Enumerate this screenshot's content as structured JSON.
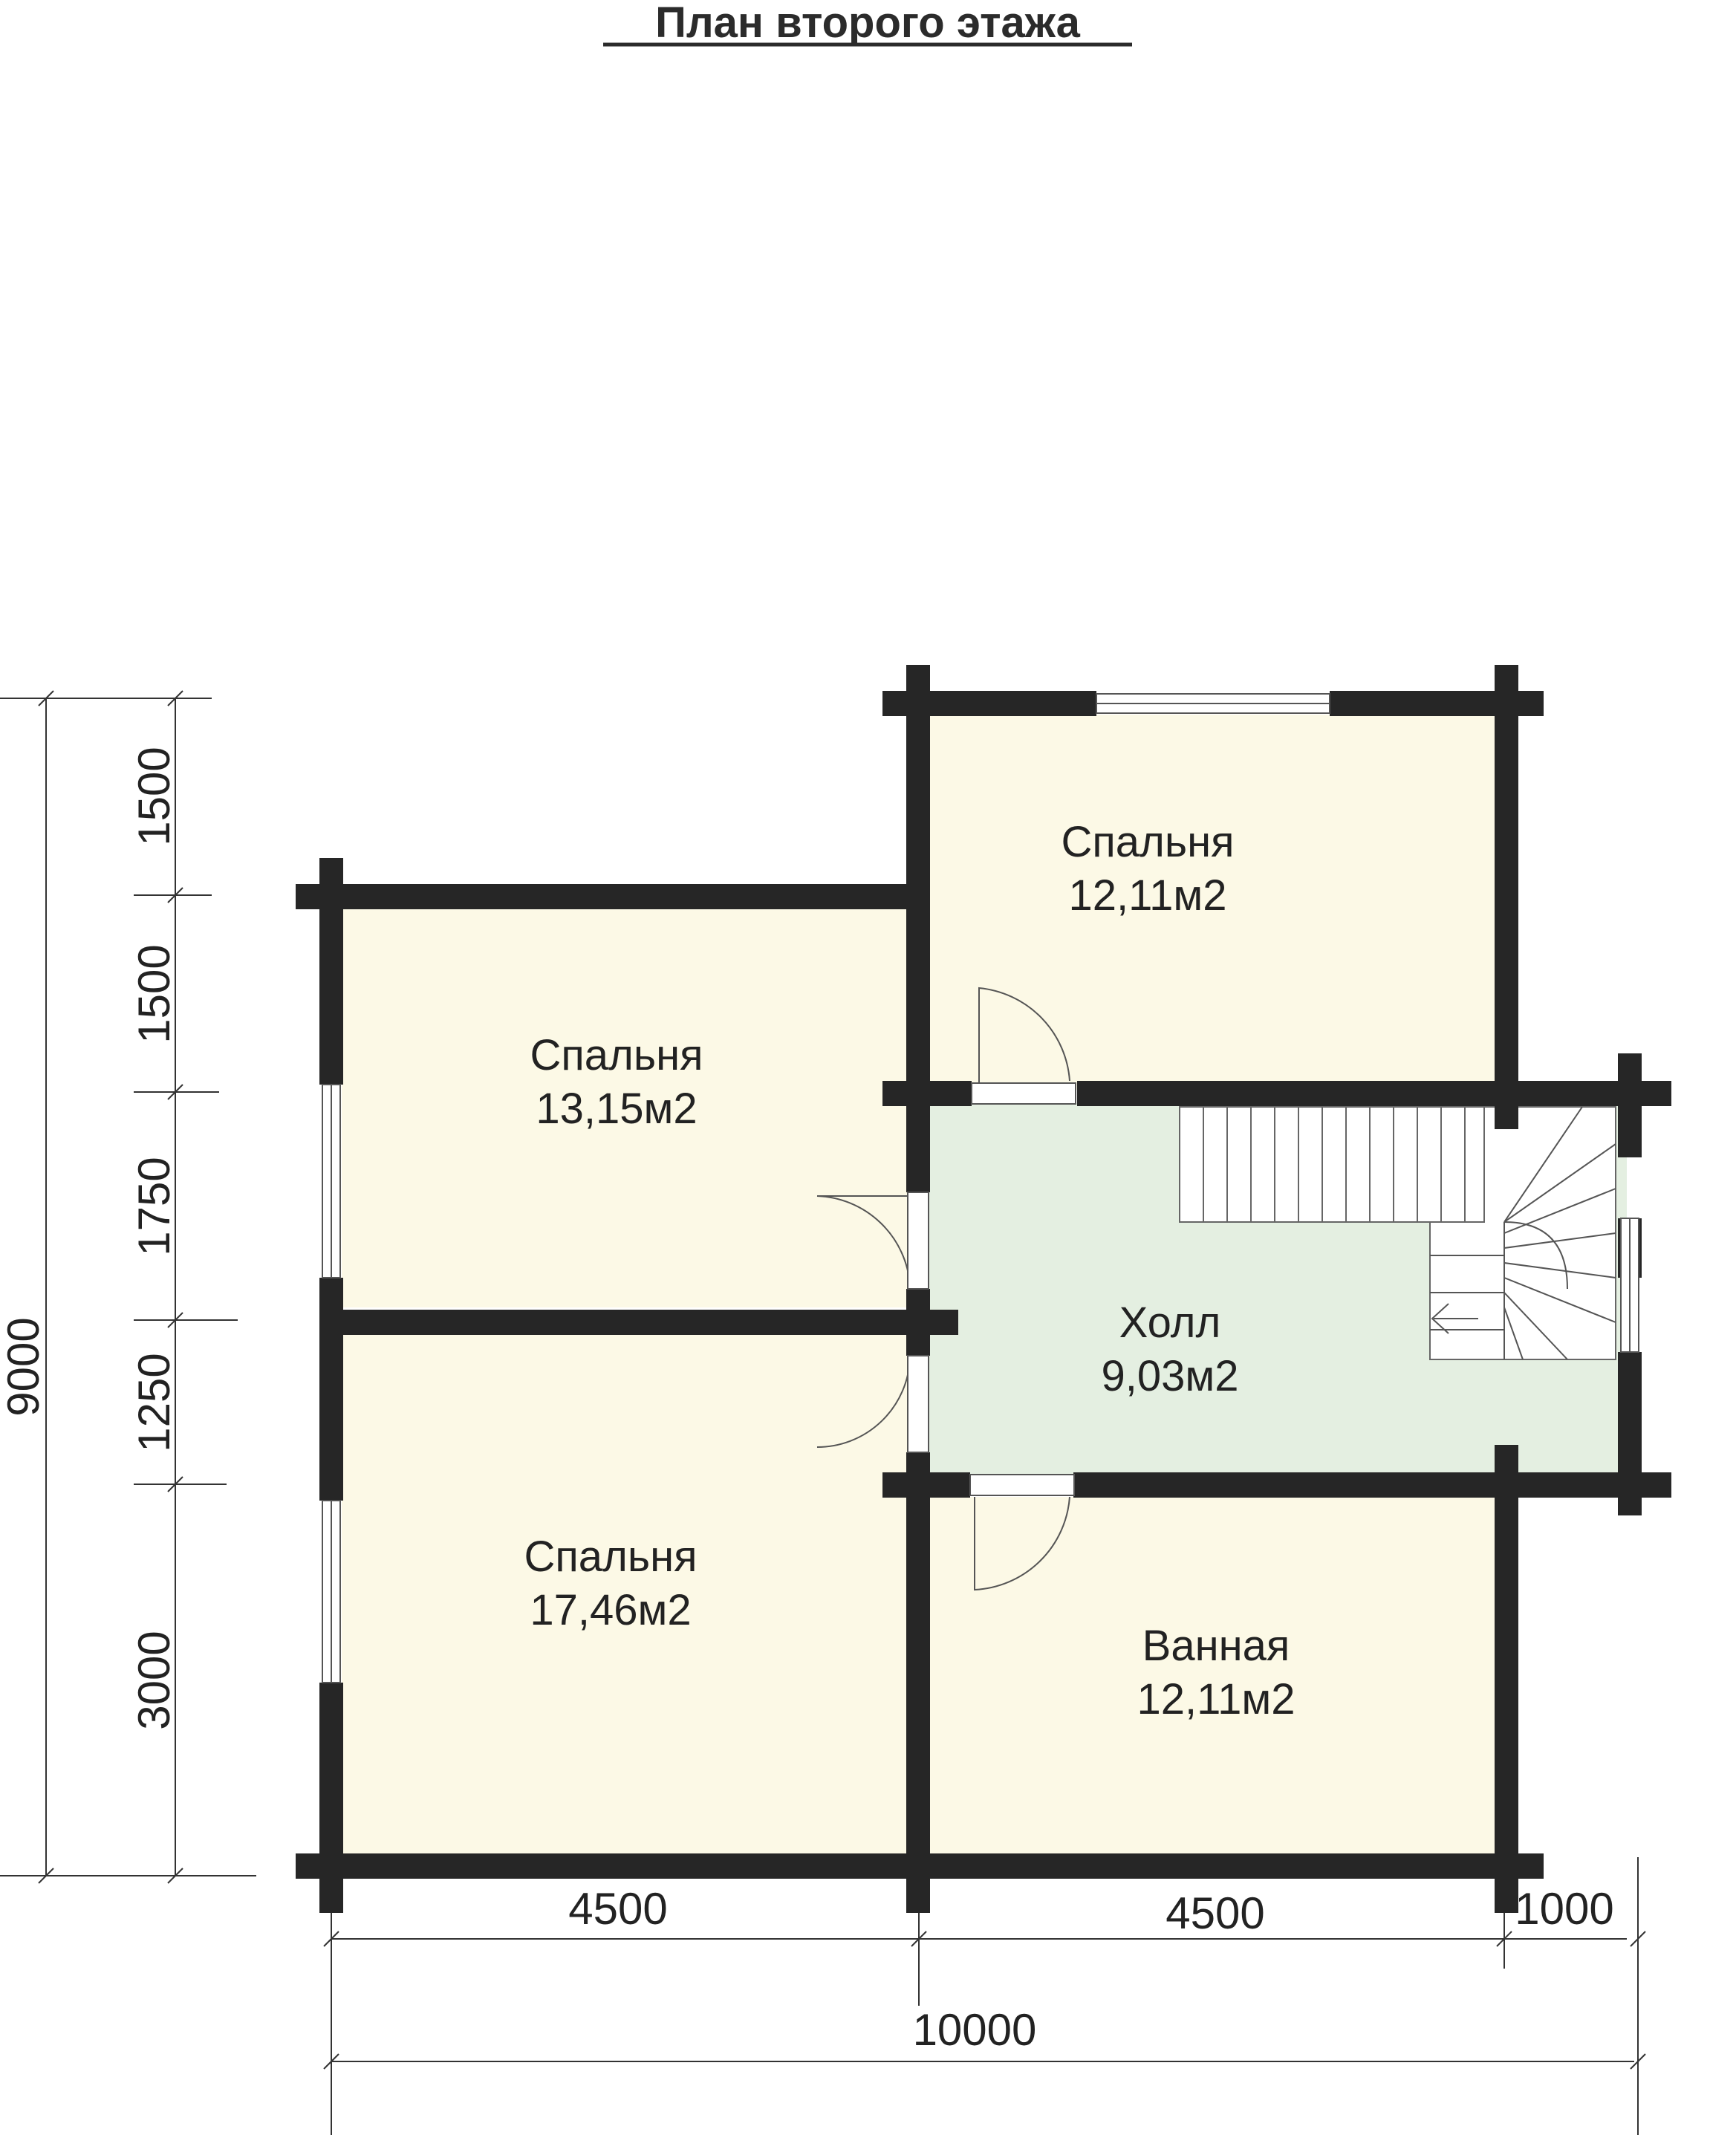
{
  "title": "План второго этажа",
  "colors": {
    "room_fill": "#fcf9e6",
    "hall_fill": "#e4efe1",
    "wall": "#262626"
  },
  "rooms": [
    {
      "name": "Спальня",
      "area": "12,11м2"
    },
    {
      "name": "Спальня",
      "area": "13,15м2"
    },
    {
      "name": "Холл",
      "area": "9,03м2"
    },
    {
      "name": "Спальня",
      "area": "17,46м2"
    },
    {
      "name": "Ванная",
      "area": "12,11м2"
    }
  ],
  "dimensions": {
    "left": [
      "1500",
      "1500",
      "1750",
      "1250",
      "3000"
    ],
    "total_height": "9000",
    "bottom": [
      "4500",
      "4500",
      "1000"
    ],
    "total_width": "10000"
  }
}
